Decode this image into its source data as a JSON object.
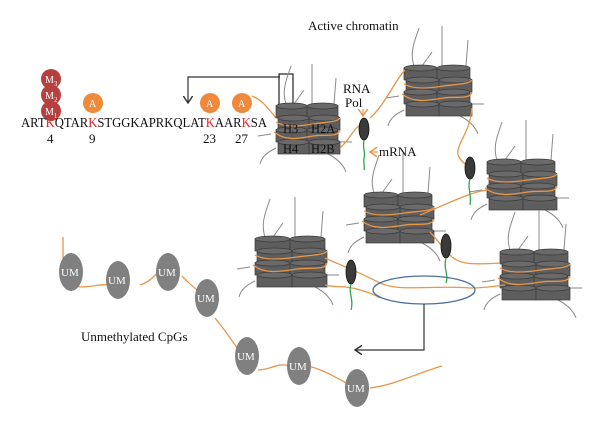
{
  "title": "Active chromatin",
  "sequence": {
    "segments": [
      {
        "text": "ART",
        "highlight": false
      },
      {
        "text": "K",
        "highlight": true
      },
      {
        "text": "QTAR",
        "highlight": false
      },
      {
        "text": "K",
        "highlight": true
      },
      {
        "text": "STGGKAPRKQLAT",
        "highlight": false
      },
      {
        "text": "K",
        "highlight": true
      },
      {
        "text": "AAR",
        "highlight": false
      },
      {
        "text": "K",
        "highlight": true
      },
      {
        "text": "SA",
        "highlight": false
      }
    ],
    "positions": [
      "4",
      "9",
      "23",
      "27"
    ]
  },
  "modifications": {
    "methyl": [
      "M3",
      "M2",
      "M1"
    ],
    "methyl_labels": [
      {
        "base": "M",
        "sub": "3"
      },
      {
        "base": "M",
        "sub": "2"
      },
      {
        "base": "M",
        "sub": "1"
      }
    ],
    "acetyl_label": "A",
    "acetyl_sites": [
      "9",
      "23",
      "27"
    ],
    "methyl_site": "4"
  },
  "histones": {
    "h3": "H3",
    "h2a": "H2A",
    "h4": "H4",
    "h2b": "H2B"
  },
  "labels": {
    "rna_pol_line1": "RNA",
    "rna_pol_line2": "Pol",
    "mrna": "mRNA",
    "unmethylated": "Unmethylated CpGs"
  },
  "um_nodes": [
    "UM",
    "UM",
    "UM",
    "UM",
    "UM",
    "UM",
    "UM"
  ],
  "colors": {
    "methyl": "#b5403f",
    "acetyl": "#ef8a3c",
    "highlight": "#d62728",
    "dna": "#e8964a",
    "mrna": "#2aa84a",
    "nucleosome": "#5e5e5e",
    "um": "#808080",
    "ellipse": "#4a6f9a"
  }
}
